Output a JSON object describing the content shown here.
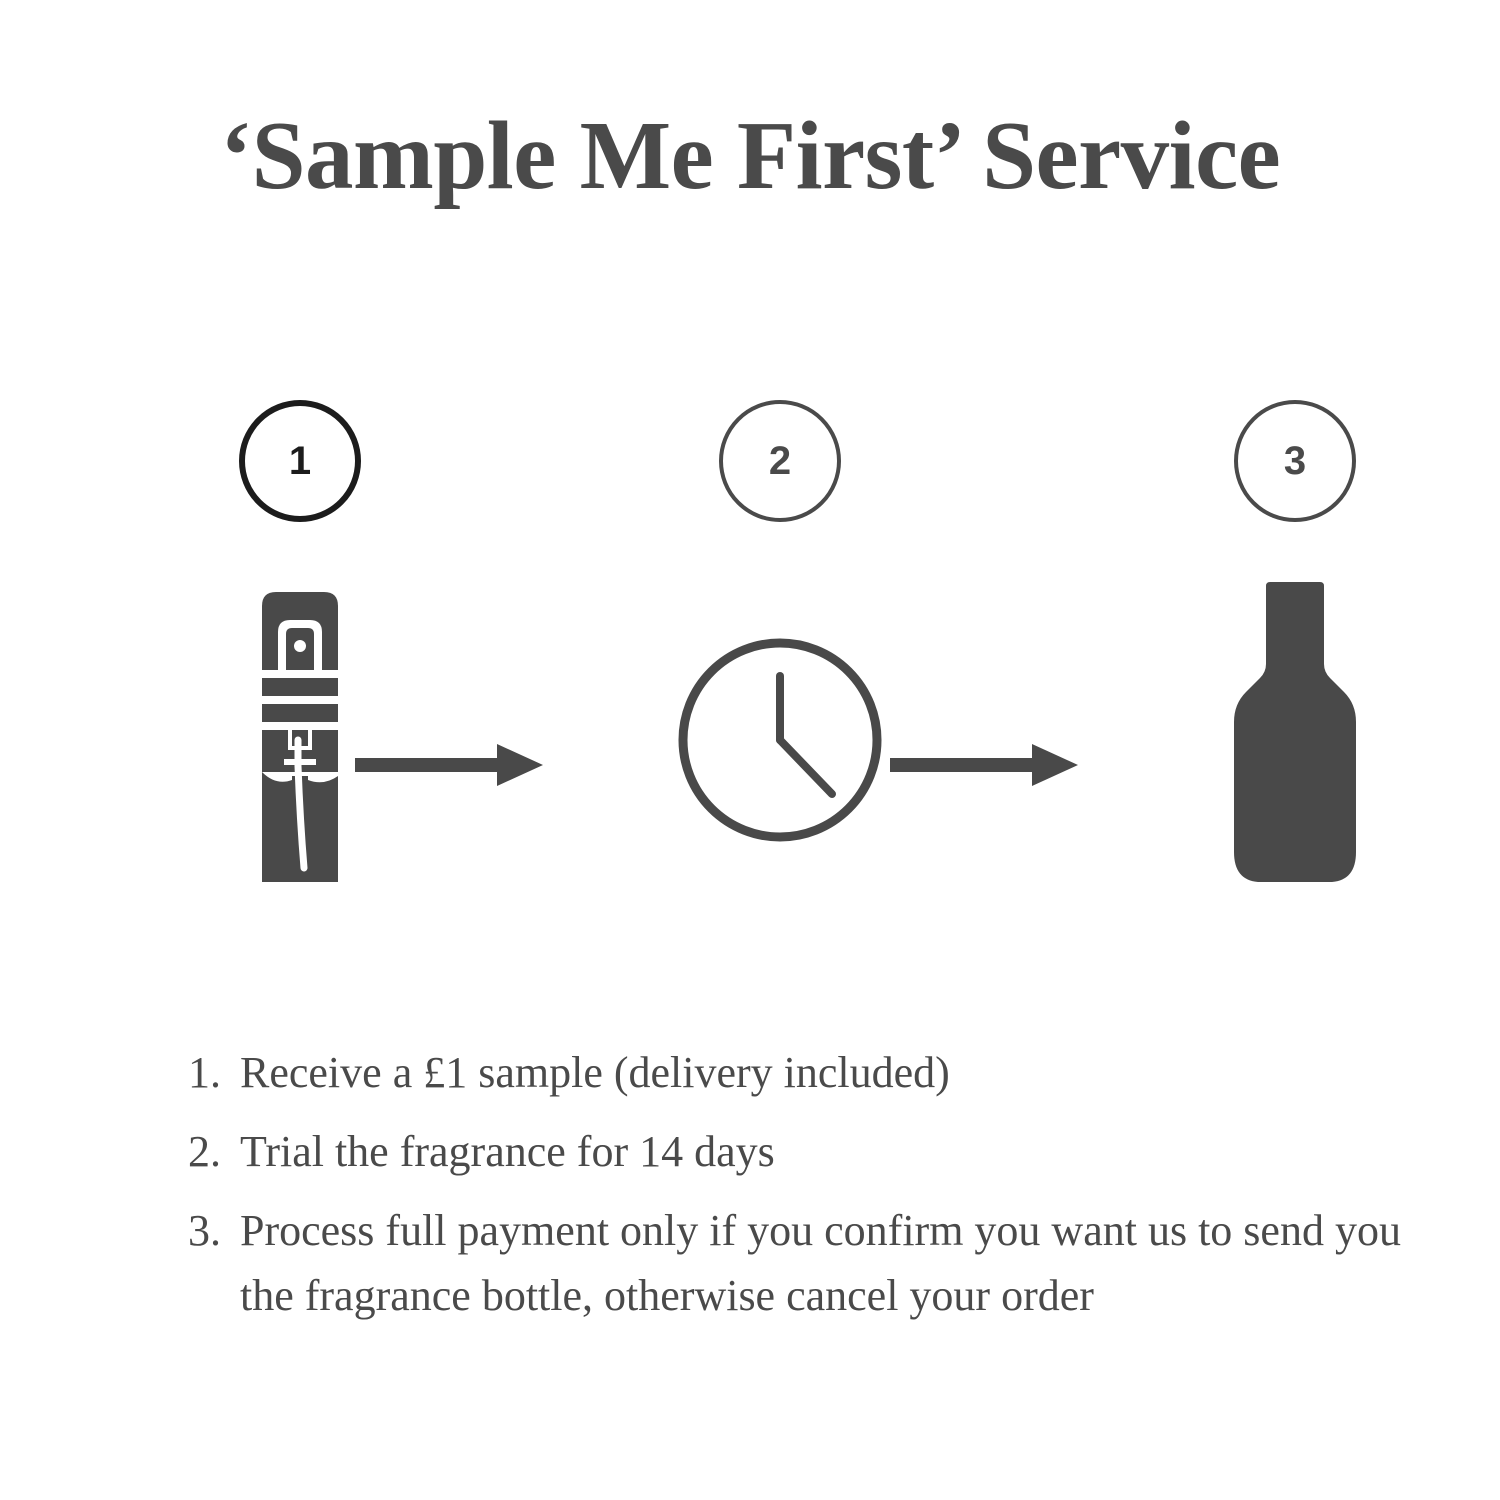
{
  "page": {
    "title": "‘Sample Me First’ Service",
    "background_color": "#ffffff",
    "ink_color": "#4a4a4a",
    "accent_color": "#1c1c1c"
  },
  "steps": [
    {
      "number": "1",
      "badge_style": "strong",
      "icon": "sample-vial-icon",
      "icon_label": "fragrance sample vial"
    },
    {
      "number": "2",
      "badge_style": "light",
      "icon": "clock-icon",
      "icon_label": "clock showing trial period"
    },
    {
      "number": "3",
      "badge_style": "light",
      "icon": "fragrance-bottle-icon",
      "icon_label": "full size fragrance bottle"
    }
  ],
  "connectors": [
    {
      "icon": "arrow-right-icon"
    },
    {
      "icon": "arrow-right-icon"
    }
  ],
  "list": {
    "items": [
      {
        "marker": "1.",
        "text": "Receive a £1 sample (delivery included)"
      },
      {
        "marker": "2.",
        "text": "Trial the fragrance for 14 days"
      },
      {
        "marker": "3.",
        "text": "Process full payment only if you confirm you want us to send you the fragrance bottle, otherwise cancel your order"
      }
    ]
  }
}
